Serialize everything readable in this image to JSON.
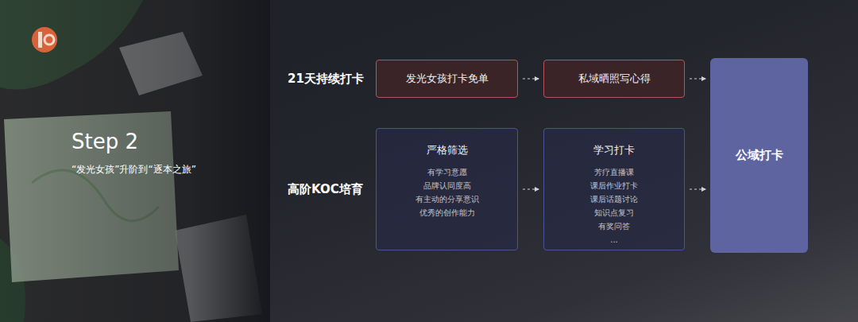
{
  "diagram": {
    "nodes": [
      {
        "text": [
          "发光女孩打卡免单"
        ]
      },
      {
        "text": [
          "私域晒照写心得"
        ]
      },
      {
        "text": [
          "公域打卡"
        ]
      },
      {
        "text": [
          "严格筛选",
          "有学习意愿",
          "品牌认同度高",
          "有主动的分享意识",
          "优秀的创作能力"
        ]
      },
      {
        "text": [
          "学习打卡",
          "芳疗直播课",
          "课后作业打卡",
          "课后话题讨论",
          "知识点复习",
          "有奖问答",
          "..."
        ]
      }
    ],
    "edges": [
      {
        "from": 0,
        "to": 1,
        "arrow": "to"
      },
      {
        "from": 1,
        "to": 2,
        "arrow": "to"
      },
      {
        "from": 3,
        "to": 4,
        "arrow": "to"
      },
      {
        "from": 4,
        "to": 2,
        "arrow": "to"
      }
    ],
    "labels": [
      "Step 2",
      "“发光女孩”升阶到“逐本之旅”",
      "21天持续打卡",
      "高阶KOC培育"
    ]
  }
}
